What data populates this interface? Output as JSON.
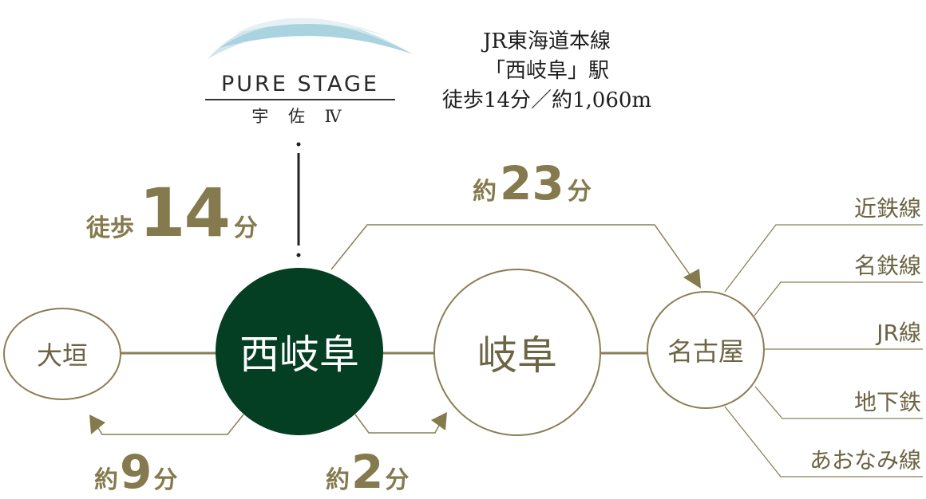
{
  "brand": {
    "name": "PURE STAGE",
    "subtitle": "宇 佐 Ⅳ"
  },
  "access": {
    "line1": "JR東海道本線",
    "line2": "「西岐阜」駅",
    "line3": "徒歩14分／約1,060m"
  },
  "walk": {
    "prefix": "徒歩",
    "value": "14",
    "unit": "分"
  },
  "stations": {
    "ogaki": "大垣",
    "nishigifu": "西岐阜",
    "gifu": "岐阜",
    "nagoya": "名古屋"
  },
  "times": {
    "to_nagoya": {
      "prefix": "約",
      "value": "23",
      "unit": "分"
    },
    "to_ogaki": {
      "prefix": "約",
      "value": "9",
      "unit": "分"
    },
    "to_gifu": {
      "prefix": "約",
      "value": "2",
      "unit": "分"
    }
  },
  "lines": [
    "近鉄線",
    "名鉄線",
    "JR線",
    "地下鉄",
    "あおなみ線"
  ],
  "colors": {
    "accent": "#857A4E",
    "main_station": "#043E23",
    "line": "#8a7f54"
  }
}
